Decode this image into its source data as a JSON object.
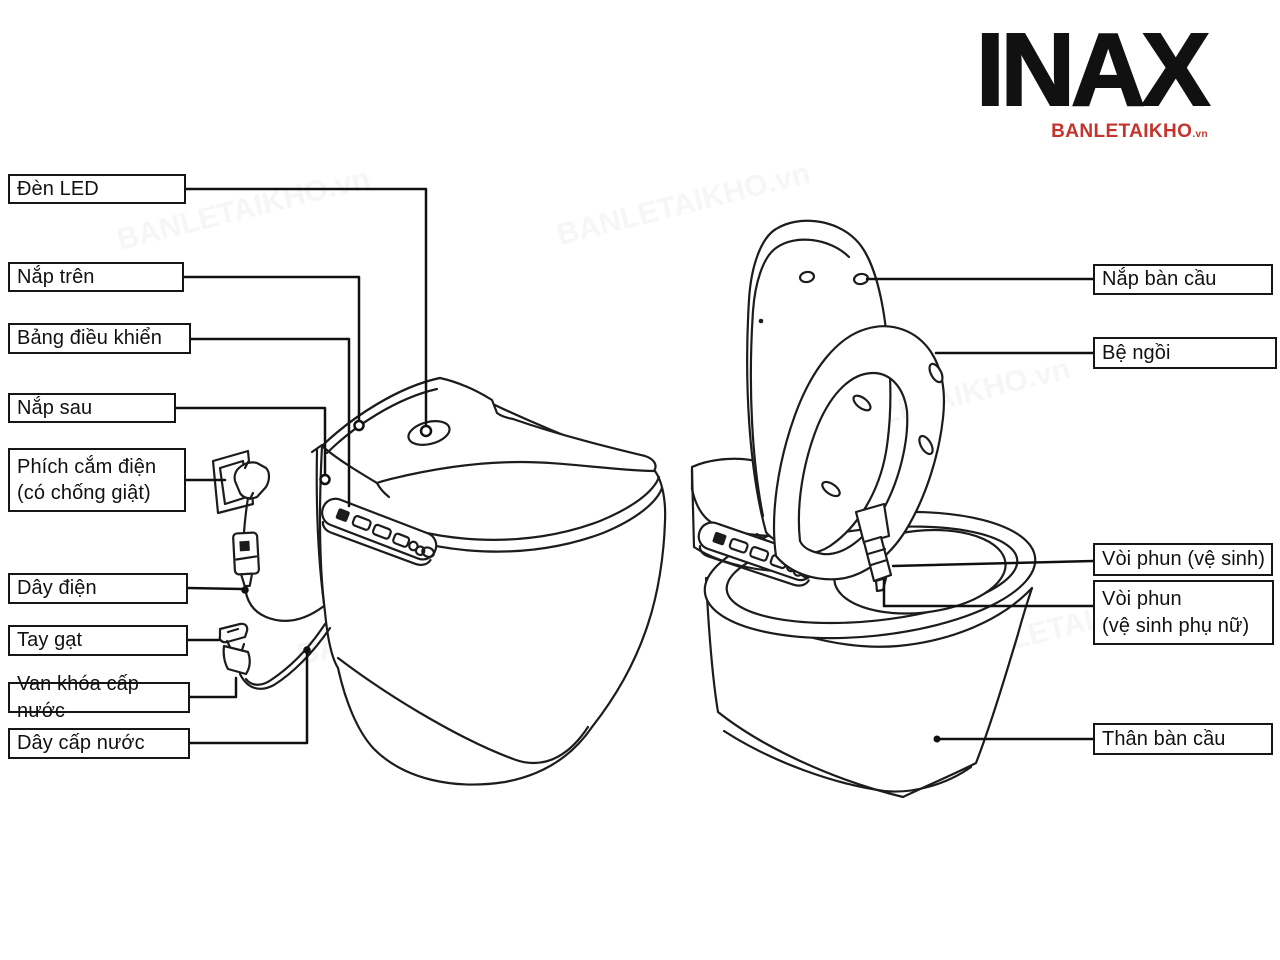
{
  "brand": {
    "name": "INAX",
    "site": "BANLETAIKHO",
    "site_suffix": ".vn",
    "site_color": "#c5342c",
    "ink_color": "#1c1c1c"
  },
  "watermark": {
    "text": "BANLETAIKHO.vn"
  },
  "diagram": {
    "left_labels": [
      {
        "id": "den-led",
        "text": "Đèn LED"
      },
      {
        "id": "nap-tren",
        "text": "Nắp trên"
      },
      {
        "id": "bang-dieu-khien",
        "text": "Bảng điều khiển"
      },
      {
        "id": "nap-sau",
        "text": "Nắp sau"
      },
      {
        "id": "phich-cam-dien",
        "text": "Phích cắm điện\n(có chống giật)"
      },
      {
        "id": "day-dien",
        "text": "Dây điện"
      },
      {
        "id": "tay-gat",
        "text": "Tay gạt"
      },
      {
        "id": "van-khoa-cap-nuoc",
        "text": "Van khóa cấp nước"
      },
      {
        "id": "day-cap-nuoc",
        "text": "Dây cấp nước"
      }
    ],
    "right_labels": [
      {
        "id": "nap-ban-cau",
        "text": "Nắp bàn cầu"
      },
      {
        "id": "be-ngoi",
        "text": "Bệ ngồi"
      },
      {
        "id": "voi-phun-ve-sinh",
        "text": "Vòi phun (vệ sinh)"
      },
      {
        "id": "voi-phun-phu-nu",
        "text": "Vòi phun\n(vệ sinh phụ nữ)"
      },
      {
        "id": "than-ban-cau",
        "text": "Thân bàn cầu"
      }
    ]
  }
}
